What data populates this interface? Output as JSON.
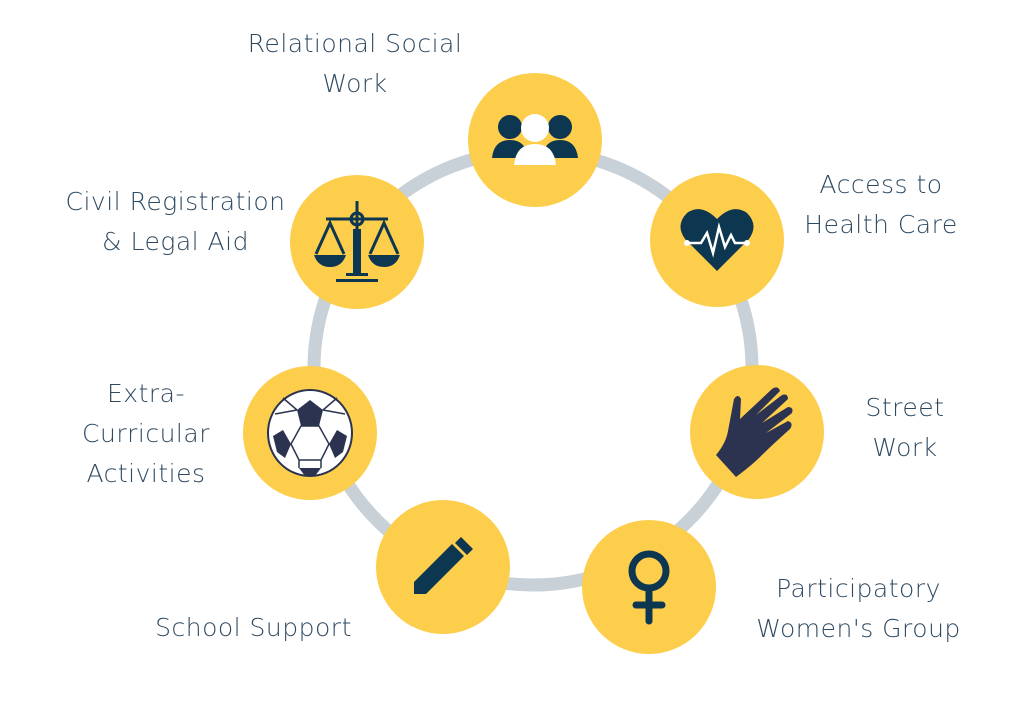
{
  "colors": {
    "node": "#FDCD4C",
    "icon": "#0D3651",
    "ring": "#C8D0D8",
    "text": "#2E4A62"
  },
  "nodes": [
    {
      "id": "relational",
      "icon": "people-icon",
      "label": [
        "Relational Social",
        "Work"
      ]
    },
    {
      "id": "health",
      "icon": "heart-pulse-icon",
      "label": [
        "Access to",
        "Health Care"
      ]
    },
    {
      "id": "street",
      "icon": "hand-icon",
      "label": [
        "Street",
        "Work"
      ]
    },
    {
      "id": "women",
      "icon": "female-symbol-icon",
      "label": [
        "Participatory",
        "Women's Group"
      ]
    },
    {
      "id": "school",
      "icon": "pencil-icon",
      "label": [
        "School Support"
      ]
    },
    {
      "id": "extra",
      "icon": "soccer-ball-icon",
      "label": [
        "Extra-",
        "Curricular",
        "Activities"
      ]
    },
    {
      "id": "civil",
      "icon": "scales-icon",
      "label": [
        "Civil Registration",
        "& Legal Aid"
      ]
    }
  ]
}
